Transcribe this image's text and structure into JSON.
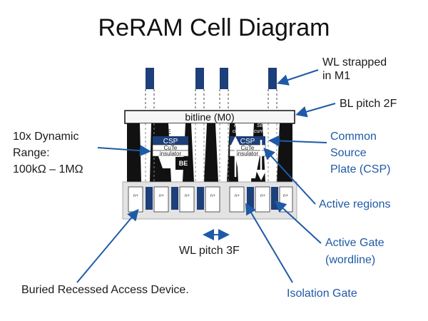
{
  "title": "ReRAM Cell Diagram",
  "labels": {
    "wl_strapped_1": "WL strapped",
    "wl_strapped_2": "in M1",
    "bl_pitch": "BL pitch 2F",
    "dynamic_range_1": "10x Dynamic",
    "dynamic_range_2": "Range:",
    "dynamic_range_3": "100kΩ – 1MΩ",
    "csp_1": "Common",
    "csp_2": "Source",
    "csp_3": "Plate (CSP)",
    "active_regions": "Active regions",
    "active_gate_1": "Active Gate",
    "active_gate_2": "(wordline)",
    "wl_pitch": "WL pitch 3F",
    "buried_device": "Buried Recessed Access Device.",
    "isolation_gate": "Isolation Gate"
  },
  "cell": {
    "bitline": "bitline (M0)",
    "te": "TE",
    "be": "BE",
    "csp": "CSP",
    "cute": "CuTe",
    "insulator": "insulator",
    "reset": "RESET",
    "set": "SET",
    "current": "current",
    "n_plus": "n+"
  },
  "colors": {
    "accent_blue": "#1f5aa6",
    "dark_navy": "#1d3f7a",
    "black": "#111111",
    "substrate": "#e3e3e3"
  }
}
